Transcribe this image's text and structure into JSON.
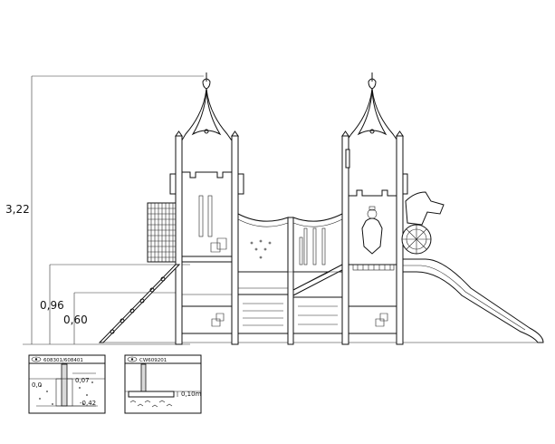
{
  "dimensions": {
    "total_height": "3,22",
    "platform_high": "0,96",
    "platform_low": "0,60"
  },
  "detail_left": {
    "code": "608301/608401",
    "level_ground": "0,0",
    "level_top": "0,07",
    "level_bottom": "-0,42"
  },
  "detail_right": {
    "code": "CW609201",
    "depth": "0,10m"
  },
  "icons": {
    "detail_marker": "eye-icon"
  }
}
